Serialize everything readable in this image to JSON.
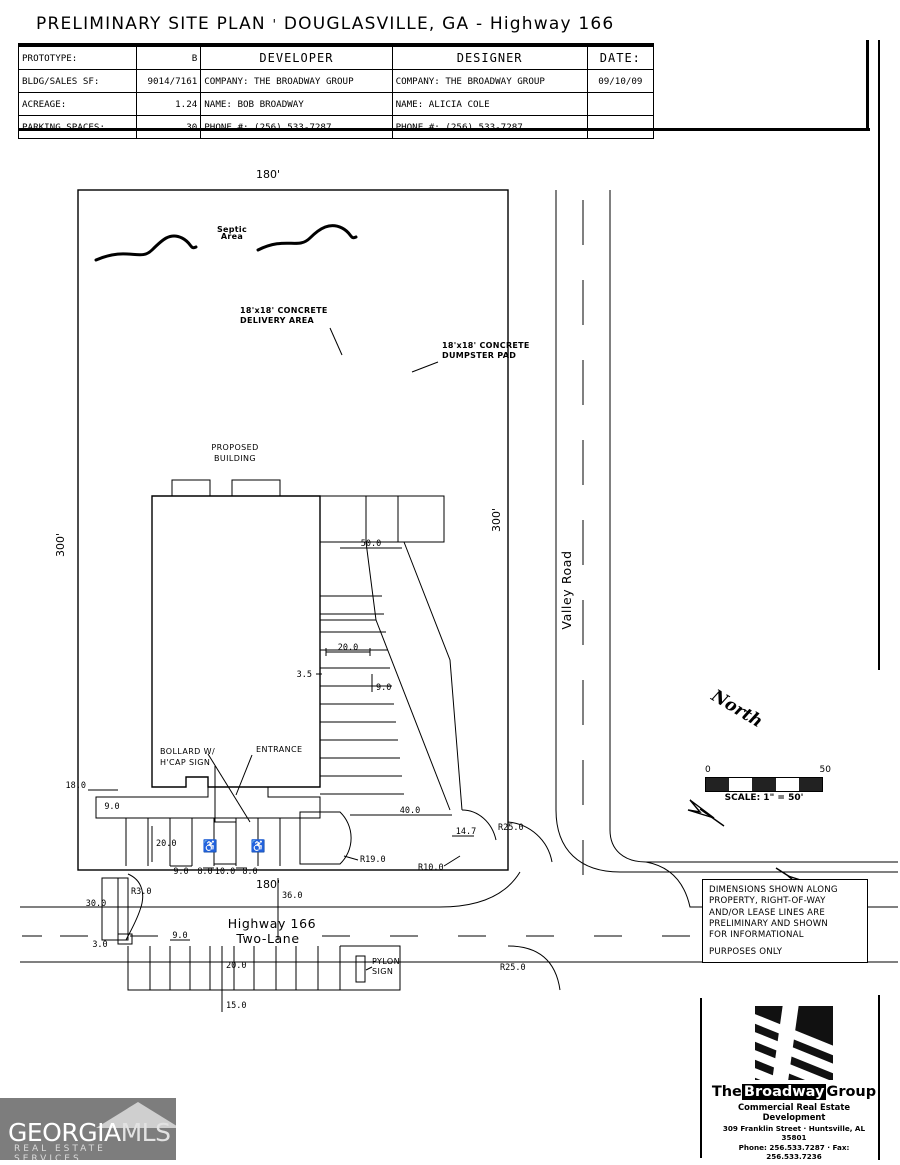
{
  "sheet": {
    "title_prefix": "PRELIMINARY SITE PLAN",
    "title_tick": "'",
    "title_location": "DOUGLASVILLE, GA - Highway 166"
  },
  "title_block": {
    "rows": [
      {
        "label": "PROTOTYPE:",
        "value": "B",
        "dev": "DEVELOPER",
        "des": "DESIGNER",
        "date": "DATE:"
      },
      {
        "label": "BLDG/SALES SF:",
        "value": "9014/7161",
        "dev": "COMPANY: THE BROADWAY GROUP",
        "des": "COMPANY: THE BROADWAY GROUP",
        "date": "09/10/09"
      },
      {
        "label": "ACREAGE:",
        "value": "1.24",
        "dev": "NAME:  BOB BROADWAY",
        "des": "NAME:  ALICIA COLE",
        "date": ""
      },
      {
        "label": "PARKING SPACES:",
        "value": "30",
        "dev": "PHONE #:  (256) 533-7287",
        "des": "PHONE #:  (256) 533-7287",
        "date": ""
      }
    ]
  },
  "plan": {
    "labels": {
      "septic_area": "Septic\nArea",
      "proposed_building": "PROPOSED\nBUILDING",
      "delivery_area_l1": "18'x18' CONCRETE",
      "delivery_area_l2": "DELIVERY AREA",
      "dumpster_pad_l1": "18'x18' CONCRETE",
      "dumpster_pad_l2": "DUMPSTER PAD",
      "bollard_l1": "BOLLARD W/",
      "bollard_l2": "H'CAP SIGN",
      "entrance": "ENTRANCE",
      "pylon_l1": "PYLON",
      "pylon_l2": "SIGN",
      "valley_road": "Valley Road",
      "highway_name": "Highway 166",
      "highway_lanes": "Two-Lane"
    },
    "dimensions": {
      "top_width": "180'",
      "bottom_width": "180'",
      "left_depth": "300'",
      "right_depth": "300'",
      "d_50_0": "50.0",
      "d_20_0_east": "20.0",
      "d_3_5": "3.5",
      "d_9_0_east": "9.0",
      "d_40_0": "40.0",
      "d_14_7": "14.7",
      "r_25_0_top": "R25.0",
      "r_10_0": "R10.0",
      "r_19_0": "R19.0",
      "d_18_0": "18.0",
      "d_9_0_drive": "9.0",
      "d_20_0_stall": "20.0",
      "d_9_0_stall": "9.0",
      "d_8_0_left": "8.0",
      "d_10_0": "10.0",
      "d_8_0_right": "8.0",
      "d_30_0": "30.0",
      "r_3_0": "R3.0",
      "d_3_0": "3.0",
      "d_36_0": "36.0",
      "d_9_0_lower": "9.0",
      "d_20_0_lower": "20.0",
      "d_15_0": "15.0",
      "r_25_0_bottom": "R25.0"
    }
  },
  "north": {
    "label": "North"
  },
  "scale": {
    "start": "0",
    "end": "50",
    "caption": "SCALE: 1\" = 50'"
  },
  "note": {
    "line1": "DIMENSIONS SHOWN ALONG",
    "line2": "PROPERTY, RIGHT-OF-WAY",
    "line3": "AND/OR LEASE LINES ARE",
    "line4": "PRELIMINARY AND SHOWN",
    "line5": "FOR INFORMATIONAL",
    "line6": "PURPOSES ONLY"
  },
  "logo": {
    "the": "The",
    "broadway": "Broadway",
    "group": "Group",
    "tagline": "Commercial Real Estate Development",
    "address": "309 Franklin Street · Huntsville, AL  35801",
    "phone": "Phone: 256.533.7287  ·  Fax: 256.533.7236"
  },
  "watermark": {
    "georgia": "GEORGIA",
    "mls": "MLS",
    "tagline": "REAL ESTATE SERVICES"
  }
}
